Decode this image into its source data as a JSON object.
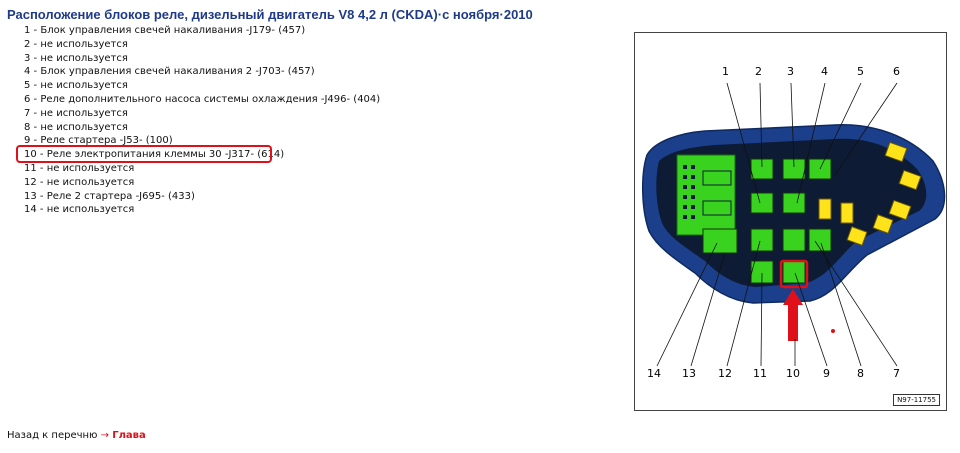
{
  "page": {
    "title": "Расположение блоков реле, дизельный двигатель V8 4,2 л (CKDA)·с ноября·2010"
  },
  "relays": [
    "1 - Блок управления свечей накаливания -J179- (457)",
    "2 - не используется",
    "3 - не используется",
    "4 - Блок управления свечей накаливания 2 -J703- (457)",
    "5 - не используется",
    "6 - Реле дополнительного насоса системы охлаждения -J496- (404)",
    "7 - не используется",
    "8 - не используется",
    "9 - Реле стартера -J53- (100)",
    "10 - Реле электропитания клеммы 30 -J317- (614)",
    "11 - не используется",
    "12 - не используется",
    "13 - Реле 2 стартера -J695- (433)",
    "14 - не используется"
  ],
  "diagram": {
    "top_labels": [
      "1",
      "2",
      "3",
      "4",
      "5",
      "6"
    ],
    "bottom_labels": [
      "14",
      "13",
      "12",
      "11",
      "10",
      "9",
      "8",
      "7"
    ],
    "code": "N97-11755",
    "highlight_relay": "10",
    "colors": {
      "box": "#1b3f8a",
      "relay_green": "#39d21f",
      "relay_yellow": "#ffe31a",
      "highlight": "#e0101a"
    }
  },
  "footer": {
    "prefix": "Назад к перечню",
    "arrow": "→",
    "link": "Глава"
  }
}
